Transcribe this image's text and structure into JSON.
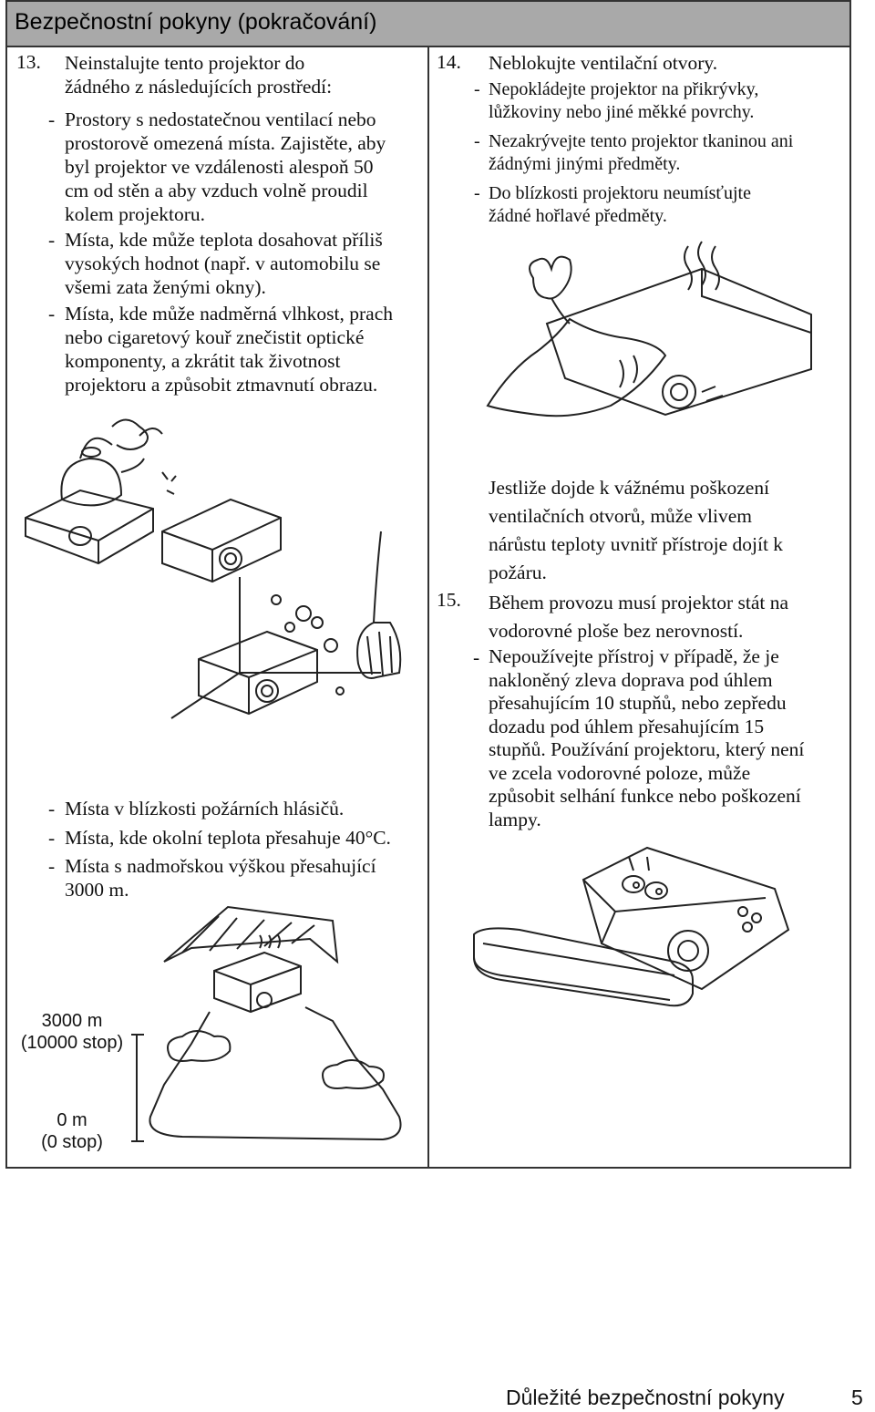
{
  "header": {
    "title": "Bezpečnostní pokyny (pokračování)"
  },
  "item13": {
    "number": "13.",
    "lead": [
      "Neinstalujte tento projektor do",
      "žádného z následujících prostředí:"
    ],
    "bullets": [
      [
        "Prostory s nedostatečnou ventilací nebo",
        "prostorově omezená místa. Zajistěte, aby",
        "byl projektor ve vzdálenosti alespoň 50",
        "cm od stěn a aby vzduch volně proudil",
        "kolem projektoru."
      ],
      [
        "Místa, kde může teplota dosahovat příliš",
        "vysokých hodnot (např. v automobilu se",
        "všemi zata ženými okny)."
      ],
      [
        "Místa, kde může nadměrná vlhkost, prach",
        "nebo cigaretový kouř znečistit optické",
        "komponenty, a zkrátit tak životnost",
        "projektoru a způsobit ztmavnutí obrazu."
      ]
    ],
    "bullets_lower": [
      [
        "Místa v blízkosti požárních hlásičů."
      ],
      [
        "Místa, kde okolní teplota přesahuje 40°C."
      ],
      [
        "Místa s nadmořskou výškou přesahující",
        "3000 m."
      ]
    ]
  },
  "item14": {
    "number": "14.",
    "lead": "Neblokujte ventilační otvory.",
    "bullets": [
      [
        "Nepokládejte projektor na přikrývky,",
        "lůžkoviny nebo jiné měkké povrchy."
      ],
      [
        "Nezakrývejte tento projektor tkaninou ani",
        "žádnými jinými předměty."
      ],
      [
        "Do blízkosti projektoru neumísťujte",
        "žádné hořlavé předměty."
      ]
    ],
    "warning": [
      "Jestliže dojde k vážnému poškození",
      "ventilačních otvorů, může vlivem",
      "nárůstu teploty uvnitř přístroje dojít k",
      "požáru."
    ]
  },
  "item15": {
    "number": "15.",
    "lead": [
      "Během provozu musí projektor stát na",
      "vodorovné ploše bez nerovností."
    ],
    "bullets": [
      [
        "Nepoužívejte přístroj v případě, že je",
        "nakloněný zleva doprava pod úhlem",
        "přesahujícím 10 stupňů, nebo zepředu",
        "dozadu pod úhlem přesahujícím 15",
        "stupňů. Používání projektoru, který není",
        "ve zcela vodorovné poloze, může",
        "způsobit selhání funkce nebo poškození",
        "lampy."
      ]
    ]
  },
  "altitude": {
    "top_line1": "3000 m",
    "top_line2": "(10000 stop)",
    "bottom_line1": "0 m",
    "bottom_line2": "(0 stop)"
  },
  "bullet_marker": "-",
  "footer": {
    "section": "Důležité bezpečnostní pokyny",
    "page": "5"
  },
  "colors": {
    "header_bg": "#a9a9a9",
    "border": "#333333"
  }
}
